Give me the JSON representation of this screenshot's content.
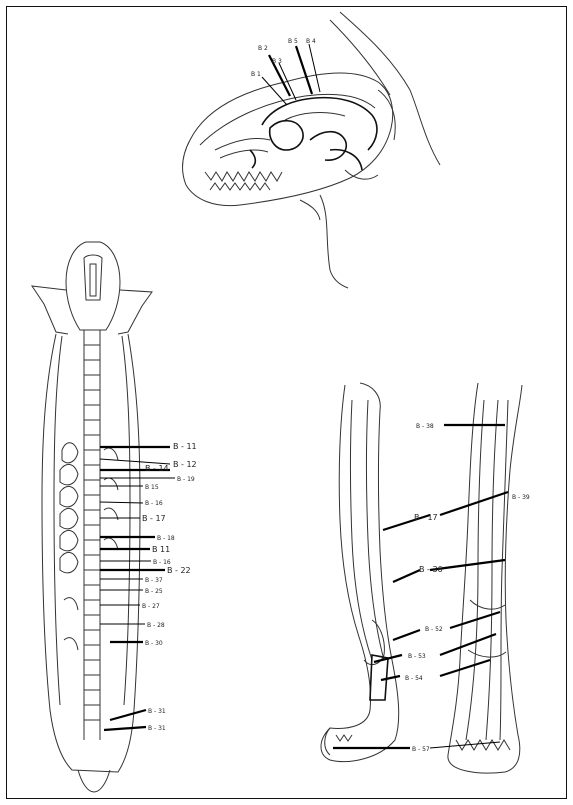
{
  "skull_labels": {
    "l1": "B 1",
    "l2": "B 3",
    "l3": "B 2",
    "l4": "B 5",
    "l5": "B 4"
  },
  "body_labels": {
    "l1": "B - 11",
    "l2": "B - 12",
    "l3": "B - 14",
    "l4": "B - 19",
    "l5": "B 15",
    "l6": "B - 16",
    "l7": "B - 17",
    "l8": "B - 18",
    "l9": "B 11",
    "l10": "B - 16",
    "l11": "B - 22",
    "l12": "B - 37",
    "l13": "B - 25",
    "l14": "B - 27",
    "l15": "B - 28",
    "l16": "B - 30",
    "l17": "B - 31"
  },
  "limb_labels": {
    "l1": "B - 38",
    "l2": "B - 39",
    "l3": "B - 17",
    "l4": "B - 36",
    "l5": "B - 52",
    "l6": "B - 53",
    "l7": "B - 54",
    "l8": "B - 57"
  }
}
